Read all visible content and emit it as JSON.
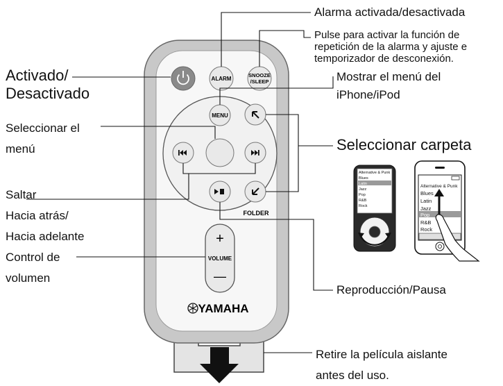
{
  "labels": {
    "power": [
      "Activado/",
      "Desactivado"
    ],
    "select_menu": [
      "Seleccionar el",
      "menú"
    ],
    "skip": [
      "Saltar",
      "Hacia atrás/",
      "Hacia adelante"
    ],
    "volume_ctrl": [
      "Control de",
      "volumen"
    ],
    "alarm_onoff": "Alarma activada/desactivada",
    "snooze": [
      "Pulse para activar la función de",
      "repetición de la alarma y ajuste e",
      "temporizador de desconexión."
    ],
    "show_menu": [
      "Mostrar el menú del",
      "iPhone/iPod"
    ],
    "select_folder": "Seleccionar carpeta",
    "play_pause": "Reproducción/Pausa",
    "remove_film": [
      "Retire la película aislante",
      "antes del uso."
    ]
  },
  "remote": {
    "alarm": "ALARM",
    "snooze": [
      "SNOOZE",
      "/SLEEP"
    ],
    "menu": "MENU",
    "folder": "FOLDER",
    "volume": "VOLUME",
    "plus": "+",
    "minus": "—",
    "brand": "YAMAHA"
  },
  "ipod_menu": [
    "Alternative & Punk",
    "Blues",
    "Latin",
    "Jazz",
    "Pop",
    "R&B",
    "Rock"
  ],
  "iphone_menu": [
    "Alternative & Punk",
    "Blues",
    "Latin",
    "Jazz",
    "Pop",
    "R&B",
    "Rock"
  ],
  "colors": {
    "remote_frame": "#c8c8c8",
    "remote_face": "#f7f7f7",
    "power_button": "#8a8a8a",
    "button": "#e9e9e9"
  }
}
